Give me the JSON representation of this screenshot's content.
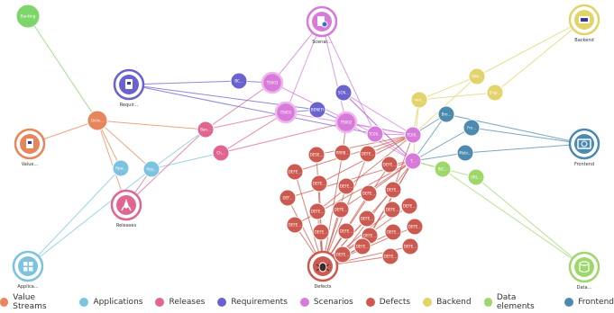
{
  "colors": {
    "value_streams": "#e8855a",
    "applications": "#7cc3e0",
    "releases": "#e06590",
    "requirements": "#6a62cf",
    "scenarios": "#d77ad9",
    "defects": "#cd5a50",
    "backend": "#e2d36a",
    "data_elements": "#9ed86a",
    "frontend": "#4d8aaf",
    "banking": "#7ed66a"
  },
  "legend": [
    {
      "key": "value_streams",
      "label": "Value Streams"
    },
    {
      "key": "applications",
      "label": "Applications"
    },
    {
      "key": "releases",
      "label": "Releases"
    },
    {
      "key": "requirements",
      "label": "Requirements"
    },
    {
      "key": "scenarios",
      "label": "Scenarios"
    },
    {
      "key": "defects",
      "label": "Defects"
    },
    {
      "key": "backend",
      "label": "Backend"
    },
    {
      "key": "data_elements",
      "label": "Data elements"
    },
    {
      "key": "frontend",
      "label": "Frontend"
    }
  ],
  "nodes": [
    {
      "id": "banking",
      "label": "Banking",
      "cat": "banking",
      "hub": false,
      "inner": ""
    },
    {
      "id": "vs_hub",
      "label": "",
      "cat": "value_streams",
      "hub": false,
      "inner": "Onlin..."
    },
    {
      "id": "vs_icon",
      "label": "Value...",
      "cat": "value_streams",
      "hub": true,
      "icon": "document-icon",
      "inner": ""
    },
    {
      "id": "req_icon",
      "label": "Requir...",
      "cat": "requirements",
      "hub": true,
      "icon": "document-icon",
      "inner": ""
    },
    {
      "id": "scen_icon",
      "label": "Scenar...",
      "cat": "scenarios",
      "hub": true,
      "icon": "checklist-icon",
      "inner": ""
    },
    {
      "id": "be_icon",
      "label": "Backend",
      "cat": "backend",
      "hub": true,
      "icon": "server-icon",
      "inner": ""
    },
    {
      "id": "fe_icon",
      "label": "Frontend",
      "cat": "frontend",
      "hub": true,
      "icon": "globe-icon",
      "inner": ""
    },
    {
      "id": "rel_icon",
      "label": "Releases",
      "cat": "releases",
      "hub": true,
      "icon": "rocket-icon",
      "inner": ""
    },
    {
      "id": "app_icon",
      "label": "Applica...",
      "cat": "applications",
      "hub": true,
      "icon": "grid-icon",
      "inner": ""
    },
    {
      "id": "def_icon",
      "label": "Defects",
      "cat": "defects",
      "hub": true,
      "icon": "bug-icon",
      "inner": ""
    },
    {
      "id": "de_icon",
      "label": "Data...",
      "cat": "data_elements",
      "hub": true,
      "icon": "database-icon",
      "inner": ""
    },
    {
      "id": "app1",
      "label": "",
      "cat": "applications",
      "hub": false,
      "inner": "Hpw..."
    },
    {
      "id": "app2",
      "label": "",
      "cat": "applications",
      "hub": false,
      "inner": "Hpy..."
    },
    {
      "id": "rel1",
      "label": "",
      "cat": "releases",
      "hub": false,
      "inner": "Ban..."
    },
    {
      "id": "rel2",
      "label": "",
      "cat": "releases",
      "hub": false,
      "inner": "Ch..."
    },
    {
      "id": "req1",
      "label": "",
      "cat": "requirements",
      "hub": false,
      "inner": "BC..."
    },
    {
      "id": "req2",
      "label": "",
      "cat": "requirements",
      "hub": false,
      "inner": "BENEFI"
    },
    {
      "id": "req3",
      "label": "",
      "cat": "requirements",
      "hub": false,
      "inner": "SCN..."
    },
    {
      "id": "scn1",
      "label": "",
      "cat": "scenarios",
      "hub": false,
      "inner": "TS003"
    },
    {
      "id": "scn2",
      "label": "",
      "cat": "scenarios",
      "hub": false,
      "inner": "TS001"
    },
    {
      "id": "scn3",
      "label": "",
      "cat": "scenarios",
      "hub": false,
      "inner": "TS002"
    },
    {
      "id": "sc1",
      "label": "",
      "cat": "scenarios",
      "hub": false,
      "inner": "TC00..."
    },
    {
      "id": "sc2",
      "label": "",
      "cat": "scenarios",
      "hub": false,
      "inner": "TC00..."
    },
    {
      "id": "sc3",
      "label": "",
      "cat": "scenarios",
      "hub": false,
      "inner": "T..."
    },
    {
      "id": "be1",
      "label": "",
      "cat": "backend",
      "hub": false,
      "inner": "Offe..."
    },
    {
      "id": "be2",
      "label": "",
      "cat": "backend",
      "hub": false,
      "inner": "Engi..."
    },
    {
      "id": "be3",
      "label": "",
      "cat": "backend",
      "hub": false,
      "inner": "mid..."
    },
    {
      "id": "fe1",
      "label": "",
      "cat": "frontend",
      "hub": false,
      "inner": "Bro..."
    },
    {
      "id": "fe2",
      "label": "",
      "cat": "frontend",
      "hub": false,
      "inner": "Fro..."
    },
    {
      "id": "fe3",
      "label": "",
      "cat": "frontend",
      "hub": false,
      "inner": "Mobi..."
    },
    {
      "id": "de1",
      "label": "",
      "cat": "data_elements",
      "hub": false,
      "inner": "INC..."
    },
    {
      "id": "de2",
      "label": "",
      "cat": "data_elements",
      "hub": false,
      "inner": "URL..."
    },
    {
      "id": "d1",
      "label": "",
      "cat": "defects",
      "hub": false,
      "inner": "DEFE..."
    },
    {
      "id": "d2",
      "label": "",
      "cat": "defects",
      "hub": false,
      "inner": "DESE..."
    },
    {
      "id": "d3",
      "label": "",
      "cat": "defects",
      "hub": false,
      "inner": "PRPB..."
    },
    {
      "id": "d4",
      "label": "",
      "cat": "defects",
      "hub": false,
      "inner": "DEFE..."
    },
    {
      "id": "d5",
      "label": "",
      "cat": "defects",
      "hub": false,
      "inner": "DEFE..."
    },
    {
      "id": "d6",
      "label": "",
      "cat": "defects",
      "hub": false,
      "inner": "DEFE..."
    },
    {
      "id": "d7",
      "label": "",
      "cat": "defects",
      "hub": false,
      "inner": "DEFE..."
    },
    {
      "id": "d8",
      "label": "",
      "cat": "defects",
      "hub": false,
      "inner": "DEFE..."
    },
    {
      "id": "d9",
      "label": "",
      "cat": "defects",
      "hub": false,
      "inner": "DEFE..."
    },
    {
      "id": "d10",
      "label": "",
      "cat": "defects",
      "hub": false,
      "inner": "DEFE..."
    },
    {
      "id": "d11",
      "label": "",
      "cat": "defects",
      "hub": false,
      "inner": "DEF..."
    },
    {
      "id": "d12",
      "label": "",
      "cat": "defects",
      "hub": false,
      "inner": "DEFE..."
    },
    {
      "id": "d13",
      "label": "",
      "cat": "defects",
      "hub": false,
      "inner": "DEFE..."
    },
    {
      "id": "d14",
      "label": "",
      "cat": "defects",
      "hub": false,
      "inner": "DEFE..."
    },
    {
      "id": "d15",
      "label": "",
      "cat": "defects",
      "hub": false,
      "inner": "DEFE..."
    },
    {
      "id": "d16",
      "label": "",
      "cat": "defects",
      "hub": false,
      "inner": "DEFE..."
    },
    {
      "id": "d17",
      "label": "",
      "cat": "defects",
      "hub": false,
      "inner": "DEFE..."
    },
    {
      "id": "d18",
      "label": "",
      "cat": "defects",
      "hub": false,
      "inner": "DEFE..."
    },
    {
      "id": "d19",
      "label": "",
      "cat": "defects",
      "hub": false,
      "inner": "DEFE..."
    },
    {
      "id": "d20",
      "label": "",
      "cat": "defects",
      "hub": false,
      "inner": "DEFE..."
    },
    {
      "id": "d21",
      "label": "",
      "cat": "defects",
      "hub": false,
      "inner": "DEFE..."
    },
    {
      "id": "d22",
      "label": "",
      "cat": "defects",
      "hub": false,
      "inner": "DEFE..."
    },
    {
      "id": "d23",
      "label": "",
      "cat": "defects",
      "hub": false,
      "inner": "DEFE..."
    },
    {
      "id": "d24",
      "label": "",
      "cat": "defects",
      "hub": false,
      "inner": "DEFE..."
    },
    {
      "id": "d25",
      "label": "",
      "cat": "defects",
      "hub": false,
      "inner": "DEFE..."
    }
  ],
  "edges": [
    [
      "banking",
      "vs_hub"
    ],
    [
      "vs_hub",
      "vs_icon"
    ],
    [
      "vs_hub",
      "app1"
    ],
    [
      "vs_hub",
      "app2"
    ],
    [
      "vs_hub",
      "rel1"
    ],
    [
      "vs_hub",
      "rel_icon"
    ],
    [
      "app_icon",
      "app1"
    ],
    [
      "app_icon",
      "app2"
    ],
    [
      "app2",
      "rel1"
    ],
    [
      "app2",
      "rel2"
    ],
    [
      "rel_icon",
      "rel1"
    ],
    [
      "rel_icon",
      "app2"
    ],
    [
      "req_icon",
      "req1"
    ],
    [
      "req_icon",
      "req2"
    ],
    [
      "req_icon",
      "sc1"
    ],
    [
      "req1",
      "scn1"
    ],
    [
      "scn1",
      "sc1"
    ],
    [
      "req2",
      "scn2"
    ],
    [
      "req2",
      "scn3"
    ],
    [
      "rel1",
      "scn1"
    ],
    [
      "rel1",
      "scn2"
    ],
    [
      "rel2",
      "scn2"
    ],
    [
      "rel2",
      "scn3"
    ],
    [
      "scen_icon",
      "scn1"
    ],
    [
      "scen_icon",
      "scn2"
    ],
    [
      "scen_icon",
      "scn3"
    ],
    [
      "scen_icon",
      "sc1"
    ],
    [
      "scn3",
      "sc2"
    ],
    [
      "scn3",
      "sc3"
    ],
    [
      "scn2",
      "sc2"
    ],
    [
      "sc1",
      "sc2"
    ],
    [
      "sc1",
      "sc3"
    ],
    [
      "req3",
      "sc3"
    ],
    [
      "sc2",
      "req3"
    ],
    [
      "sc3",
      "req3"
    ],
    [
      "be_icon",
      "be1"
    ],
    [
      "be_icon",
      "be2"
    ],
    [
      "be1",
      "be3"
    ],
    [
      "be2",
      "be3"
    ],
    [
      "be3",
      "sc2"
    ],
    [
      "be3",
      "sc3"
    ],
    [
      "be1",
      "sc2"
    ],
    [
      "fe_icon",
      "fe1"
    ],
    [
      "fe_icon",
      "fe2"
    ],
    [
      "fe_icon",
      "fe3"
    ],
    [
      "fe1",
      "sc2"
    ],
    [
      "fe1",
      "sc3"
    ],
    [
      "fe2",
      "sc3"
    ],
    [
      "fe3",
      "sc3"
    ],
    [
      "de_icon",
      "de1"
    ],
    [
      "de_icon",
      "de2"
    ],
    [
      "de1",
      "sc3"
    ],
    [
      "de2",
      "sc3"
    ],
    [
      "def_icon",
      "d1"
    ],
    [
      "def_icon",
      "d2"
    ],
    [
      "def_icon",
      "d3"
    ],
    [
      "def_icon",
      "d4"
    ],
    [
      "def_icon",
      "d5"
    ],
    [
      "def_icon",
      "d6"
    ],
    [
      "def_icon",
      "d7"
    ],
    [
      "def_icon",
      "d8"
    ],
    [
      "def_icon",
      "d9"
    ],
    [
      "def_icon",
      "d10"
    ],
    [
      "def_icon",
      "d11"
    ],
    [
      "def_icon",
      "d12"
    ],
    [
      "def_icon",
      "d13"
    ],
    [
      "def_icon",
      "d14"
    ],
    [
      "def_icon",
      "d15"
    ],
    [
      "def_icon",
      "d16"
    ],
    [
      "def_icon",
      "d17"
    ],
    [
      "def_icon",
      "d18"
    ],
    [
      "def_icon",
      "d19"
    ],
    [
      "def_icon",
      "d20"
    ],
    [
      "def_icon",
      "d21"
    ],
    [
      "def_icon",
      "d22"
    ],
    [
      "def_icon",
      "d23"
    ],
    [
      "def_icon",
      "d24"
    ],
    [
      "def_icon",
      "d25"
    ],
    [
      "d1",
      "sc2"
    ],
    [
      "d4",
      "sc2"
    ],
    [
      "d5",
      "sc3"
    ],
    [
      "d8",
      "sc3"
    ],
    [
      "d11",
      "sc3"
    ],
    [
      "d13",
      "sc3"
    ],
    [
      "d16",
      "sc3"
    ],
    [
      "d19",
      "sc3"
    ],
    [
      "d22",
      "sc3"
    ],
    [
      "d25",
      "sc3"
    ],
    [
      "d2",
      "sc2"
    ],
    [
      "d6",
      "sc2"
    ],
    [
      "d9",
      "sc2"
    ],
    [
      "d12",
      "sc2"
    ],
    [
      "d3",
      "scn3"
    ]
  ]
}
